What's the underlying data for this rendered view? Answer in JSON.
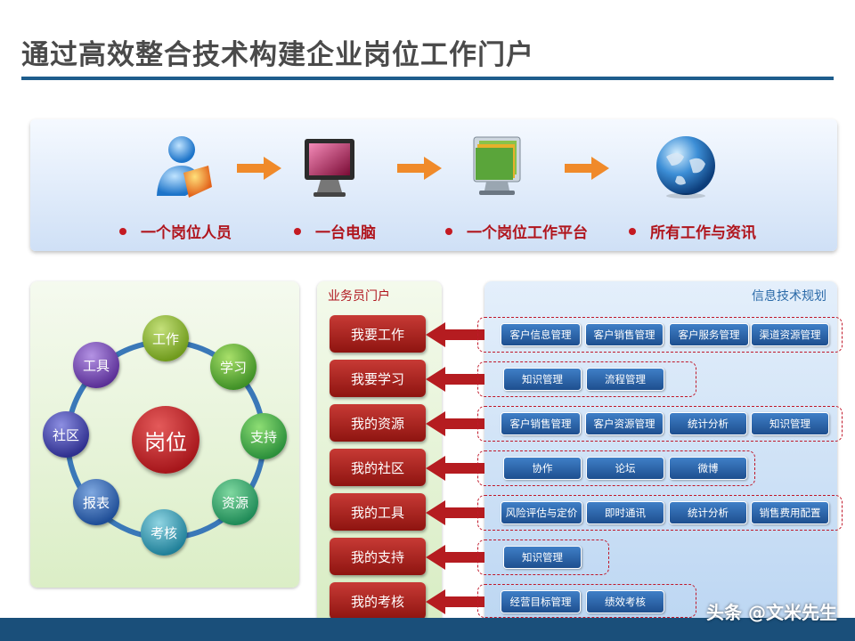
{
  "page": {
    "title": "通过高效整合技术构建企业岗位工作门户"
  },
  "flow": {
    "steps": [
      {
        "label": "一个岗位人员",
        "icon": "person-icon"
      },
      {
        "label": "一台电脑",
        "icon": "computer-icon"
      },
      {
        "label": "一个岗位工作平台",
        "icon": "platform-icon"
      },
      {
        "label": "所有工作与资讯",
        "icon": "globe-icon"
      }
    ]
  },
  "ring": {
    "center": "岗位",
    "nodes": [
      "工作",
      "学习",
      "支持",
      "资源",
      "考核",
      "报表",
      "社区",
      "工具"
    ]
  },
  "portal": {
    "title": "业务员门户",
    "items": [
      "我要工作",
      "我要学习",
      "我的资源",
      "我的社区",
      "我的工具",
      "我的支持",
      "我的考核"
    ]
  },
  "it": {
    "title": "信息技术规划",
    "rows": [
      [
        "客户信息管理",
        "客户销售管理",
        "客户服务管理",
        "渠道资源管理"
      ],
      [
        "知识管理",
        "流程管理"
      ],
      [
        "客户销售管理",
        "客户资源管理",
        "统计分析",
        "知识管理"
      ],
      [
        "协作",
        "论坛",
        "微博"
      ],
      [
        "风险评估与定价",
        "即时通讯",
        "统计分析",
        "销售费用配置"
      ],
      [
        "知识管理"
      ],
      [
        "经营目标管理",
        "绩效考核"
      ]
    ]
  },
  "watermark": "头条 @文米先生",
  "colors": {
    "accent_red": "#b0151d",
    "accent_blue": "#1e5d8c"
  }
}
